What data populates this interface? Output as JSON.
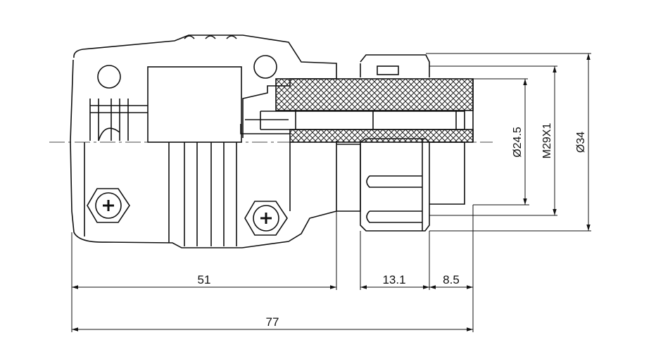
{
  "dimensions": {
    "body_length": "51",
    "nut_length": "13.1",
    "front_length": "8.5",
    "overall_length": "77",
    "inner_diameter": "Ø24.5",
    "thread": "M29X1",
    "outer_diameter": "Ø34"
  }
}
